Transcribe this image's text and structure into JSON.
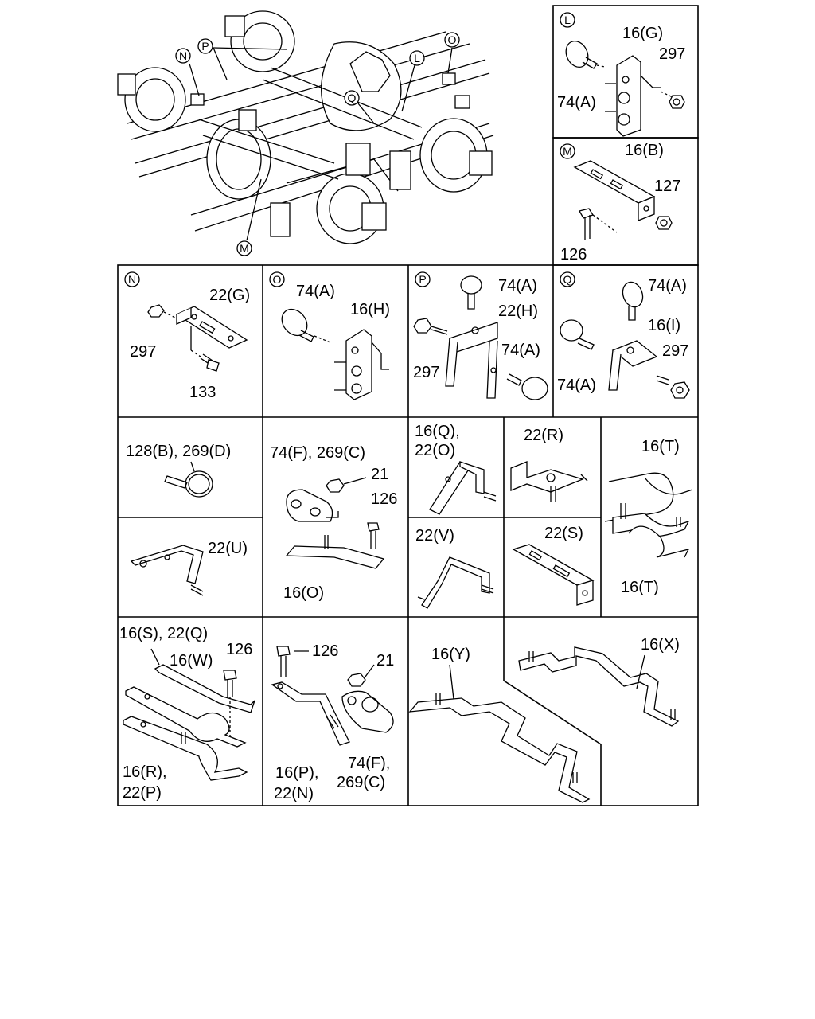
{
  "overview": {
    "callouts": {
      "N": "N",
      "P": "P",
      "O": "O",
      "L": "L",
      "Q": "Q",
      "M": "M"
    }
  },
  "panels": {
    "L": {
      "letter": "L",
      "labels": {
        "l1": "16(G)",
        "l2": "297",
        "l3": "74(A)"
      }
    },
    "M": {
      "letter": "M",
      "labels": {
        "l1": "16(B)",
        "l2": "127",
        "l3": "126"
      }
    },
    "N": {
      "letter": "N",
      "labels": {
        "l1": "22(G)",
        "l2": "297",
        "l3": "133"
      }
    },
    "O": {
      "letter": "O",
      "labels": {
        "l1": "74(A)",
        "l2": "16(H)"
      }
    },
    "P": {
      "letter": "P",
      "labels": {
        "l1": "74(A)",
        "l2": "22(H)",
        "l3": "74(A)",
        "l4": "297"
      }
    },
    "Q": {
      "letter": "Q",
      "labels": {
        "l1": "74(A)",
        "l2": "16(I)",
        "l3": "297",
        "l4": "74(A)"
      }
    }
  },
  "parts": {
    "p128": "128(B), 269(D)",
    "p74f": "74(F), 269(C)",
    "p21a": "21",
    "p126a": "126",
    "p16o": "16(O)",
    "p22u": "22(U)",
    "p16q_a": "16(Q),",
    "p16q_b": "22(O)",
    "p22r": "22(R)",
    "p16t_top": "16(T)",
    "p16t_bot": "16(T)",
    "p22v": "22(V)",
    "p22s": "22(S)",
    "p16s": "16(S), 22(Q)",
    "p126b": "126",
    "p16w": "16(W)",
    "p16r_a": "16(R),",
    "p16r_b": "22(P)",
    "p126c": "126",
    "p21b": "21",
    "p16p_a": "16(P),",
    "p16p_b": "22(N)",
    "p74f2_a": "74(F),",
    "p74f2_b": "269(C)",
    "p16y": "16(Y)",
    "p16x": "16(X)"
  }
}
